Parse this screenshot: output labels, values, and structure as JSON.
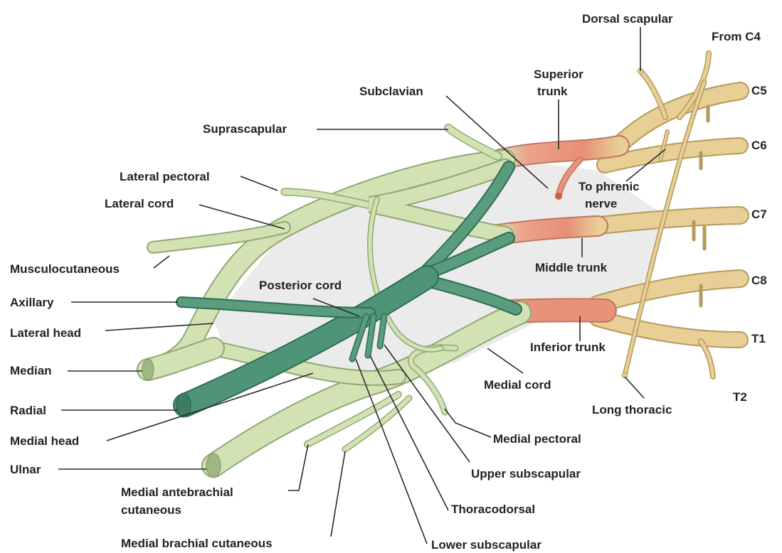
{
  "labels": {
    "dorsal_scapular": "Dorsal scapular",
    "from_c4": "From C4",
    "superior_trunk_1": "Superior",
    "superior_trunk_2": "trunk",
    "subclavian": "Subclavian",
    "suprascapular": "Suprascapular",
    "c5": "C5",
    "c6": "C6",
    "c7": "C7",
    "c8": "C8",
    "t1": "T1",
    "t2": "T2",
    "to_phrenic_1": "To phrenic",
    "to_phrenic_2": "nerve",
    "lateral_pectoral": "Lateral pectoral",
    "lateral_cord": "Lateral cord",
    "musculocutaneous": "Musculocutaneous",
    "posterior_cord": "Posterior cord",
    "middle_trunk": "Middle trunk",
    "axillary": "Axillary",
    "lateral_head": "Lateral head",
    "inferior_trunk": "Inferior trunk",
    "median": "Median",
    "medial_cord": "Medial cord",
    "radial": "Radial",
    "long_thoracic": "Long thoracic",
    "medial_head": "Medial head",
    "medial_pectoral": "Medial pectoral",
    "ulnar": "Ulnar",
    "upper_subscapular": "Upper subscapular",
    "medial_antebrachial_1": "Medial antebrachial",
    "medial_antebrachial_2": "cutaneous",
    "thoracodorsal": "Thoracodorsal",
    "medial_brachial_cutaneous": "Medial brachial cutaneous",
    "lower_subscapular": "Lower subscapular"
  },
  "colors": {
    "root_nerve": "#e7cf95",
    "root_outline": "#b59a5a",
    "trunk_nerve": "#e9937a",
    "cord_nerve": "#c8dba8",
    "cord_outline": "#8fa873",
    "posterior_nerve": "#4e9476",
    "posterior_outline": "#2f6e55",
    "background_fill": "#ececec"
  }
}
